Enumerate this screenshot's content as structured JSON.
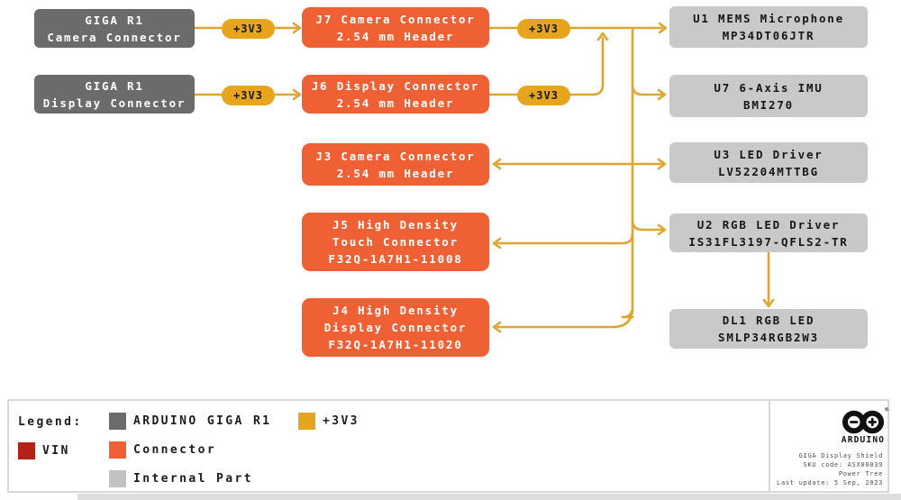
{
  "diagram": {
    "power_label": "+3V3",
    "nodes": {
      "giga_camera": {
        "kind": "giga",
        "lines": [
          "GIGA R1",
          "Camera Connector"
        ]
      },
      "giga_display": {
        "kind": "giga",
        "lines": [
          "GIGA R1",
          "Display Connector"
        ]
      },
      "j7": {
        "kind": "connector",
        "lines": [
          "J7 Camera Connector",
          "2.54 mm Header"
        ]
      },
      "j6": {
        "kind": "connector",
        "lines": [
          "J6 Display Connector",
          "2.54 mm Header"
        ]
      },
      "j3": {
        "kind": "connector",
        "lines": [
          "J3 Camera Connector",
          "2.54 mm Header"
        ]
      },
      "j5": {
        "kind": "connector",
        "lines": [
          "J5 High Density",
          "Touch Connector",
          "F32Q-1A7H1-11008"
        ]
      },
      "j4": {
        "kind": "connector",
        "lines": [
          "J4 High Density",
          "Display Connector",
          "F32Q-1A7H1-11020"
        ]
      },
      "u1": {
        "kind": "internal",
        "lines": [
          "U1 MEMS Microphone",
          "MP34DT06JTR"
        ]
      },
      "u7": {
        "kind": "internal",
        "lines": [
          "U7 6-Axis IMU",
          "BMI270"
        ]
      },
      "u3": {
        "kind": "internal",
        "lines": [
          "U3 LED Driver",
          "LV52204MTTBG"
        ]
      },
      "u2": {
        "kind": "internal",
        "lines": [
          "U2 RGB LED Driver",
          "IS31FL3197-QFLS2-TR"
        ]
      },
      "dl1": {
        "kind": "internal",
        "lines": [
          "DL1 RGB LED",
          "SMLP34RGB2W3"
        ]
      }
    },
    "connections": [
      "giga_camera -> j7 (+3V3)",
      "giga_display -> j6 (+3V3)",
      "j7 -> u1 (+3V3)",
      "j6 -> +3V3 net (riser up)",
      "+3V3 net -> u7",
      "+3V3 net -> j3",
      "+3V3 net -> u3",
      "+3V3 net -> u2",
      "+3V3 net -> j5",
      "+3V3 net -> j4",
      "u2 -> dl1"
    ]
  },
  "legend": {
    "title": "Legend:",
    "items": [
      {
        "label": "VIN",
        "color": "#b22315"
      },
      {
        "label": "ARDUINO GIGA R1",
        "color": "#6b6b6b"
      },
      {
        "label": "Connector",
        "color": "#ef6134"
      },
      {
        "label": "Internal Part",
        "color": "#c2c2c2"
      },
      {
        "label": "+3V3",
        "color": "#e6a51c"
      }
    ]
  },
  "brand": {
    "name": "ARDUINO",
    "reg": "®",
    "info_lines": [
      "GIGA Display Shield",
      "SKU code: ASX00039",
      "Power Tree",
      "Last update: 5 Sep, 2023"
    ]
  },
  "colors": {
    "wire_gold": "#e0a431",
    "pill_gold": "#e6a51c",
    "connector_orange": "#ef6134",
    "giga_gray": "#6b6b6b",
    "internal_gray": "#c9c9c9",
    "vin_red": "#b22315",
    "background": "#ffffff"
  }
}
